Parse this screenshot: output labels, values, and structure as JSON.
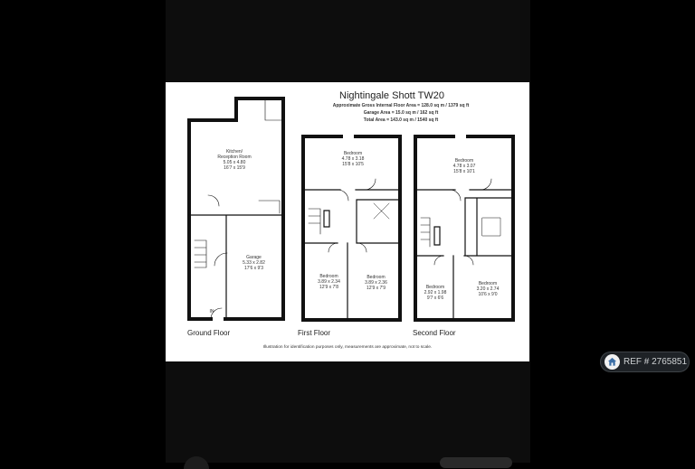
{
  "title": "Nightingale Shott TW20",
  "areas": {
    "line1": "Approximate Gross Internal Floor Area = 128.0 sq m / 1379 sq ft",
    "line2": "Garage Area = 15.0 sq m / 162 sq ft",
    "line3": "Total Area = 143.0 sq m / 1540 sq ft"
  },
  "floors": {
    "ground": "Ground Floor",
    "first": "First Floor",
    "second": "Second Floor"
  },
  "rooms": {
    "kitchen_name": "Kitchen/",
    "kitchen_name2": "Reception Room",
    "kitchen_m": "5.05 x 4.80",
    "kitchen_ft": "16'7 x 15'9",
    "garage_name": "Garage",
    "garage_m": "5.33 x 2.82",
    "garage_ft": "17'6 x 9'3",
    "in_label": "IN",
    "f1_bed1_name": "Bedroom",
    "f1_bed1_m": "4.78 x 3.18",
    "f1_bed1_ft": "15'8 x 10'5",
    "f1_bed2_name": "Bedroom",
    "f1_bed2_m": "3.89 x 2.34",
    "f1_bed2_ft": "12'9 x 7'8",
    "f1_bed3_name": "Bedroom",
    "f1_bed3_m": "3.89 x 2.36",
    "f1_bed3_ft": "12'9 x 7'9",
    "f2_bed1_name": "Bedroom",
    "f2_bed1_m": "4.78 x 3.07",
    "f2_bed1_ft": "15'8 x 10'1",
    "f2_bed2_name": "Bedroom",
    "f2_bed2_m": "2.92 x 1.98",
    "f2_bed2_ft": "9'7 x 6'6",
    "f2_bed3_name": "Bedroom",
    "f2_bed3_m": "3.20 x 2.74",
    "f2_bed3_ft": "10'6 x 9'0"
  },
  "disclaimer": "Illustration for identification purposes only, measurements are approximate, not to scale.",
  "badge": {
    "icon": "home-pin-icon",
    "text": "REF # 2765851"
  },
  "colors": {
    "background": "#000000",
    "wall": "#111111",
    "badge_bg": "#1e2226"
  }
}
